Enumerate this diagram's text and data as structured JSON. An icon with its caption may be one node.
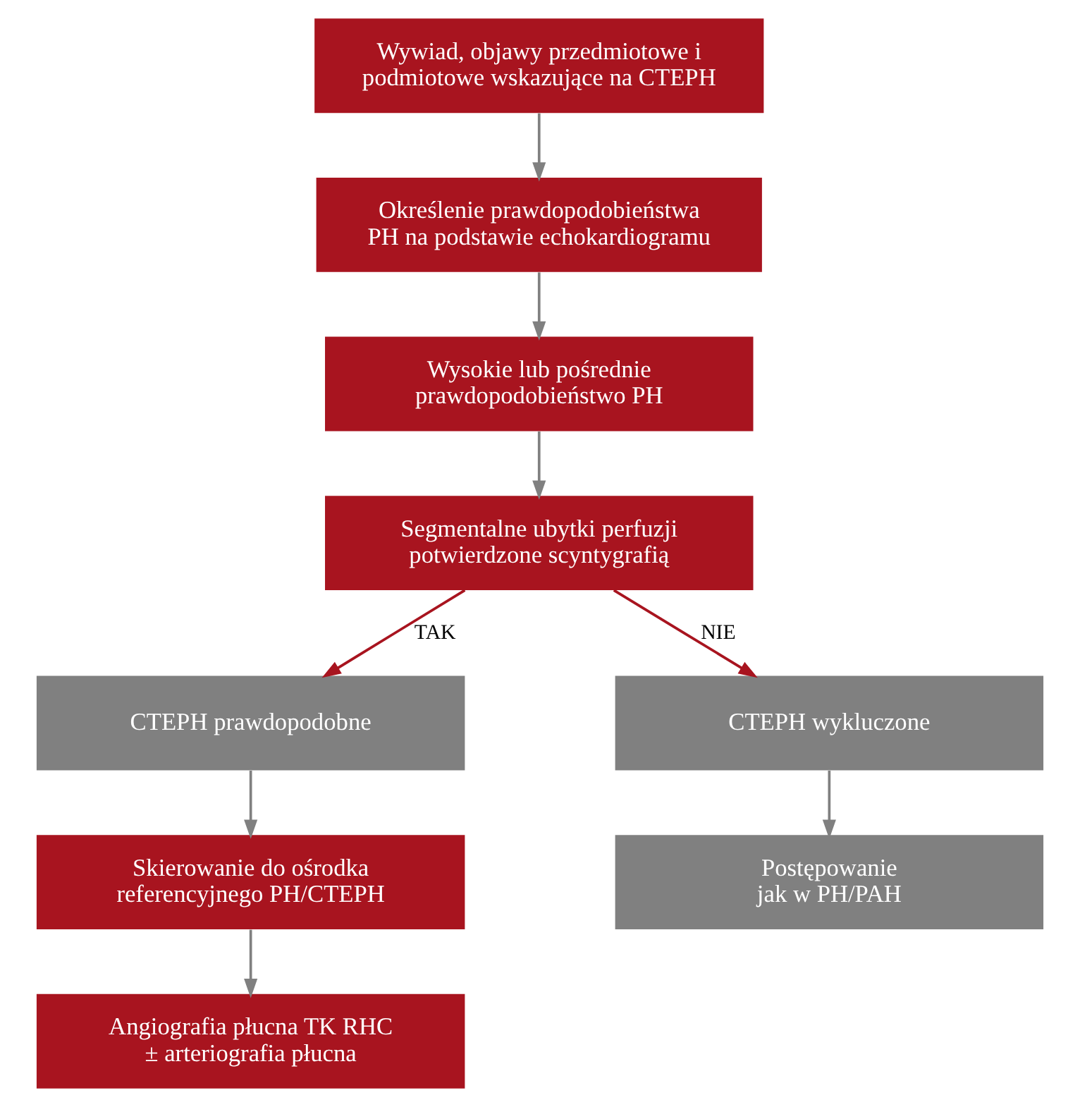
{
  "diagram": {
    "nodes": [
      {
        "text": [
          "Wywiad, objawy przedmiotowe i podmiotowe wskazujące na CTEPH"
        ]
      },
      {
        "text": [
          "Określenie prawdopodobieństwa PH na podstawie echokardiogramu"
        ]
      },
      {
        "text": [
          "Wysokie lub pośrednie prawdopodobieństwo PH"
        ]
      },
      {
        "text": [
          "Segmentalne ubytki perfuzji potwierdzone scyntygrafią"
        ]
      },
      {
        "text": [
          "CTEPH prawdopodobne"
        ]
      },
      {
        "text": [
          "CTEPH wykluczone"
        ]
      },
      {
        "text": [
          "Skierowanie do ośrodka referencyjnego PH/CTEPH"
        ]
      },
      {
        "text": [
          "Postępowanie jak w PH/PAH"
        ]
      },
      {
        "text": [
          "Angiografia płucna TK RHC ± arteriografia płucna"
        ]
      }
    ],
    "edges": [
      {
        "from": 0,
        "to": 1,
        "arrow": "to"
      },
      {
        "from": 1,
        "to": 2,
        "arrow": "to"
      },
      {
        "from": 2,
        "to": 3,
        "arrow": "to"
      },
      {
        "from": 3,
        "to": 4,
        "arrow": "to",
        "label": "TAK",
        "color": "#a8141f"
      },
      {
        "from": 3,
        "to": 5,
        "arrow": "to",
        "label": "NIE",
        "color": "#a8141f"
      },
      {
        "from": 4,
        "to": 6,
        "arrow": "to"
      },
      {
        "from": 5,
        "to": 7,
        "arrow": "to"
      },
      {
        "from": 6,
        "to": 8,
        "arrow": "to"
      }
    ]
  }
}
